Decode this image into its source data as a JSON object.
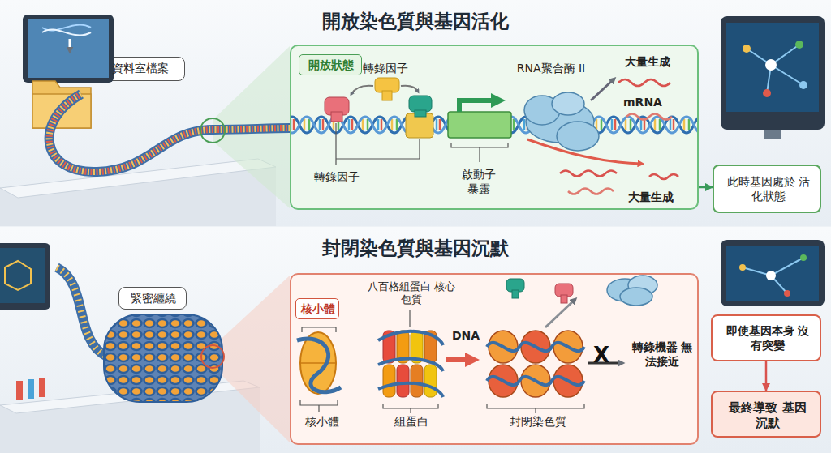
{
  "diagram": {
    "nodes": [
      {
        "text": [
          "開放染色質與基因活化"
        ]
      },
      {
        "text": [
          "資料室檔案"
        ],
        "in": 0
      },
      {
        "text": [
          "轉錄因子",
          "轉錄因子",
          "RNA聚合酶 II",
          "大量生成",
          "mRNA",
          "啟動子 暴露",
          "大量生成"
        ],
        "in": 0
      },
      {
        "text": [
          "開放狀態"
        ],
        "in": 2
      },
      {
        "text": [
          "此時基因處於 活化狀態"
        ],
        "in": 0
      },
      {
        "text": [
          "封閉染色質與基因沉默"
        ]
      },
      {
        "text": [
          "緊密纏繞"
        ],
        "in": 5
      },
      {
        "text": [
          "八百格組蛋白 核心包質",
          "DNA",
          "核小體",
          "組蛋白",
          "封閉染色質",
          "X",
          "轉錄機器 無法接近"
        ],
        "in": 5
      },
      {
        "text": [
          "核小體"
        ],
        "in": 7
      },
      {
        "text": [
          "即使基因本身 沒有突變"
        ],
        "in": 5
      },
      {
        "text": [
          "最終導致 基因沉默"
        ],
        "in": 5
      }
    ],
    "edges": [
      {
        "from": 2,
        "to": 4,
        "arrow": "to"
      },
      {
        "from": 9,
        "to": 10,
        "arrow": "to"
      }
    ]
  }
}
